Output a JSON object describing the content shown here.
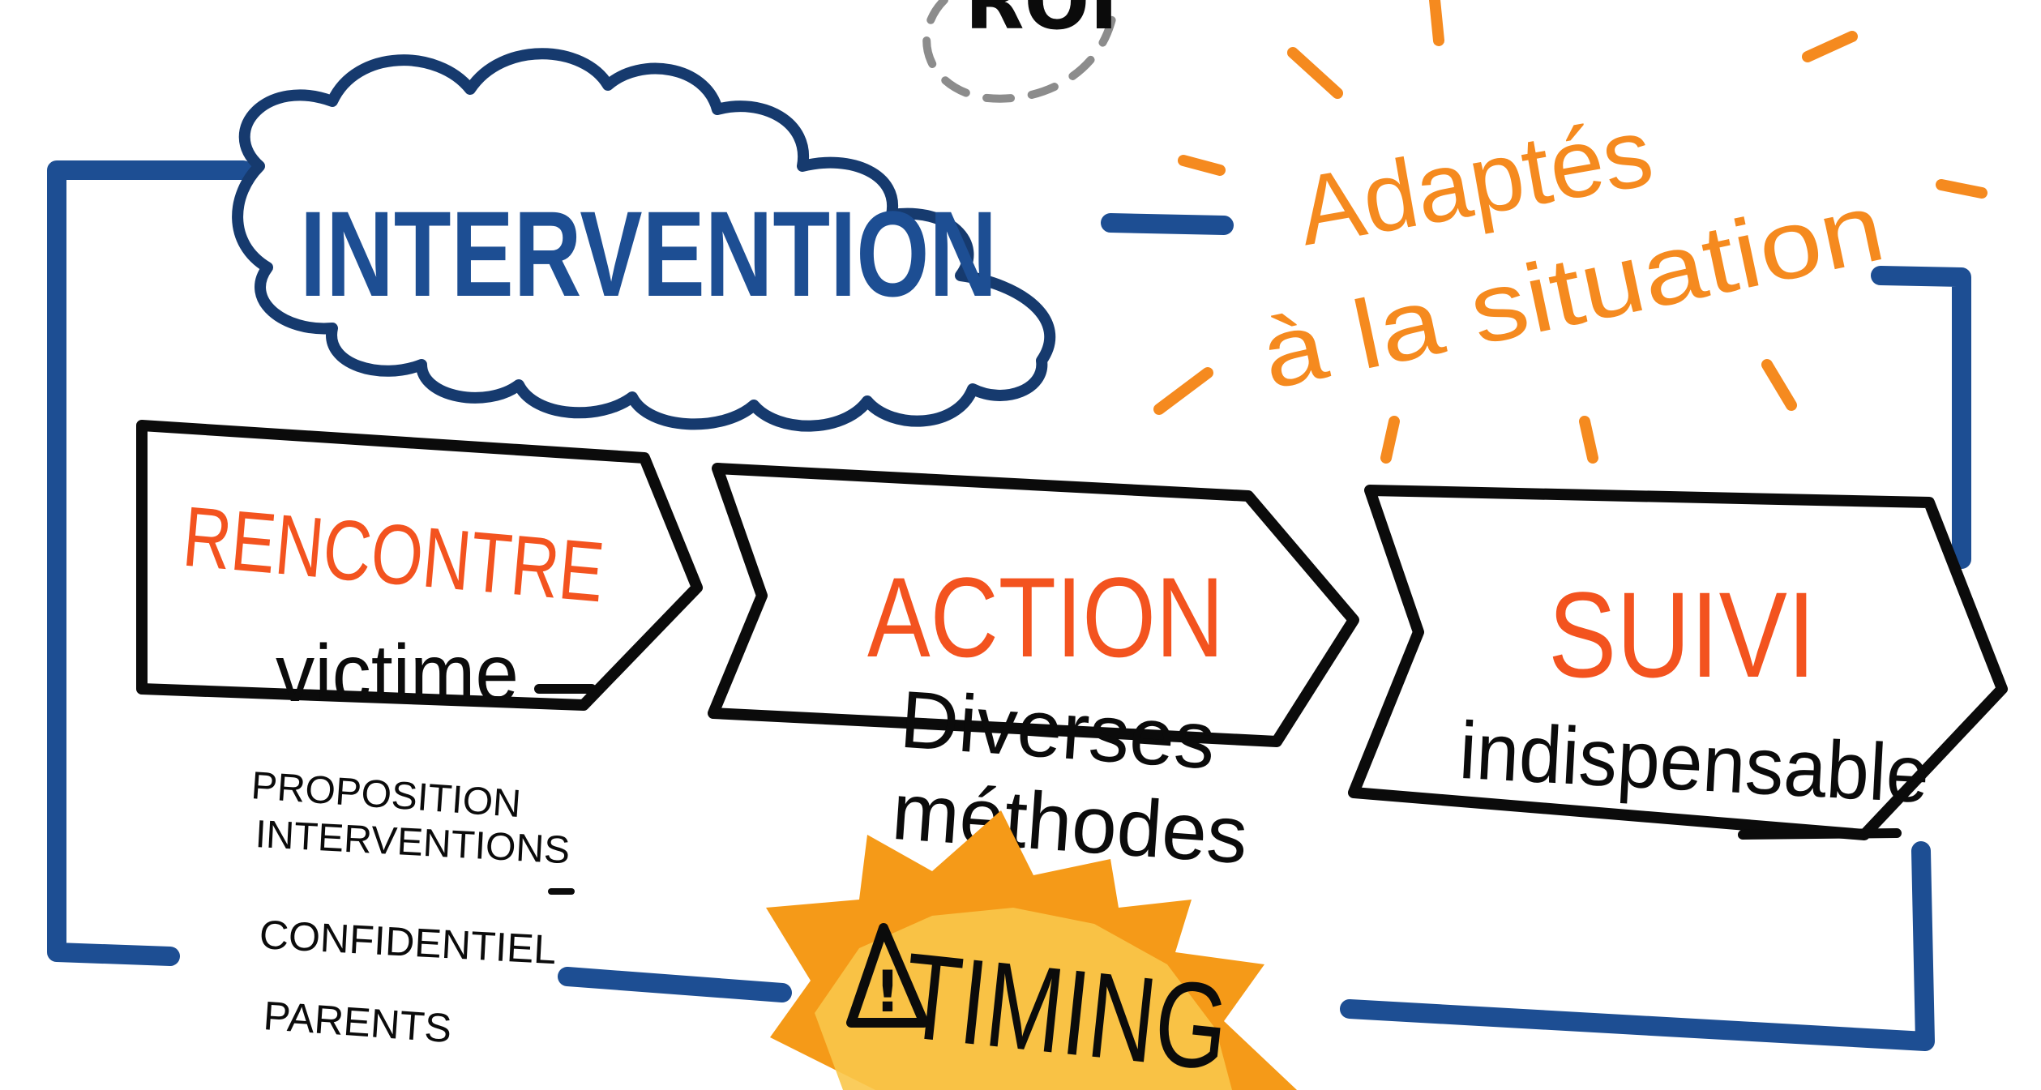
{
  "top": {
    "roi_text": "ROI",
    "title": "INTERVENTION",
    "adapted_line1": "Adaptés",
    "adapted_line2": "à la situation"
  },
  "steps": [
    {
      "title": "RENCONTRE",
      "subtitle": "victime"
    },
    {
      "title": "ACTION",
      "subtitle_line1": "Diverses",
      "subtitle_line2": "méthodes"
    },
    {
      "title": "SUIVI",
      "subtitle": "indispensable"
    }
  ],
  "notes": {
    "line1": "PROPOSITION",
    "line2": "INTERVENTIONS",
    "line3": "CONFIDENTIEL",
    "line4": "PARENTS"
  },
  "warning": {
    "symbol": "!",
    "text": "TIMING"
  },
  "colors": {
    "blue": "#1d4e93",
    "navy": "#163a6e",
    "orange_red": "#f3531f",
    "orange": "#f58a1f",
    "burst_outer": "#f59a18",
    "burst_inner": "#f9c64a",
    "ink": "#0b0b0b"
  }
}
